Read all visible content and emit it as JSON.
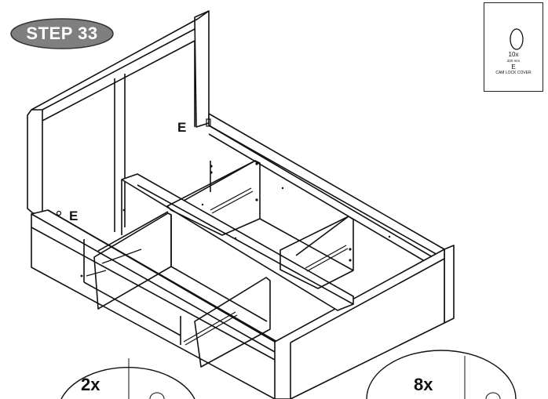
{
  "step": {
    "label": "STEP 33",
    "badge_color": "#7f7f7f"
  },
  "parts_box": {
    "qty": "10x",
    "size": "d20 mm",
    "code": "E",
    "name": "CAM LOCK COVER",
    "icon": "cam-lock-cover-icon"
  },
  "callouts": {
    "left": "E",
    "top": "E"
  },
  "detail_circles": {
    "left_qty": "2x",
    "right_qty": "8x"
  }
}
